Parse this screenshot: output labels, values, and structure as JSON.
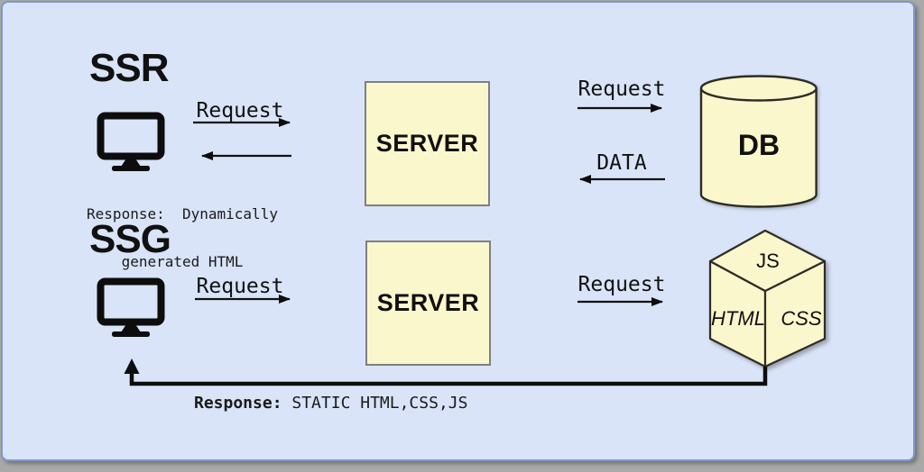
{
  "page": {
    "background": "#a9a9a9"
  },
  "card": {
    "background": "#d9e4f8",
    "border": "#7e99c6"
  },
  "palette": {
    "node_fill": "#fbf7cd",
    "node_border_gray": "#7f7f7f",
    "shape_stroke": "#2e2c26",
    "ink": "#0d0d0d"
  },
  "icons": [
    "monitor-icon",
    "database-cylinder-icon",
    "static-assets-cube-icon",
    "arrow-icons"
  ],
  "ssr": {
    "title": "SSR",
    "request_to_server_label": "Request",
    "response_line1": "Response:  Dynamically",
    "response_line2": "generated HTML",
    "server_label": "SERVER",
    "request_to_db_label": "Request",
    "data_label": "DATA",
    "db_label": "DB"
  },
  "ssg": {
    "title": "SSG",
    "request_to_server_label": "Request",
    "server_label": "SERVER",
    "request_to_static_label": "Request",
    "cube_top_label": "JS",
    "cube_left_label": "HTML",
    "cube_right_label": "CSS",
    "response_label": "Response:",
    "response_value": " STATIC HTML,CSS,JS"
  }
}
